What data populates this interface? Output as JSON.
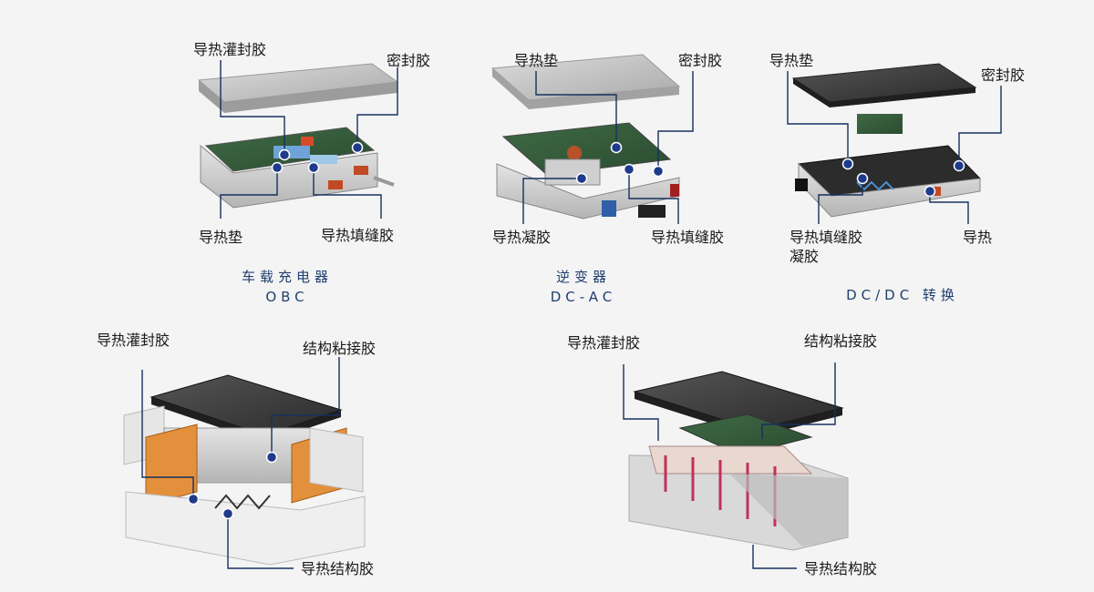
{
  "colors": {
    "leader": "#16305e",
    "dot": "#1e3a8a",
    "caption": "#1f3f6e"
  },
  "obc": {
    "caption_line1": "车载充电器",
    "caption_line2": "OBC",
    "label_potting": "导热灌封胶",
    "label_seal": "密封胶",
    "label_pad": "导热垫",
    "label_gap_filler": "导热填缝胶"
  },
  "inverter": {
    "caption_line1": "逆变器",
    "caption_line2": "DC-AC",
    "label_pad": "导热垫",
    "label_seal": "密封胶",
    "label_gel": "导热凝胶",
    "label_gap_filler": "导热填缝胶"
  },
  "dcdc": {
    "caption": "DC/DC 转换",
    "label_pad": "导热垫",
    "label_seal": "密封胶",
    "label_gap_filler_line1": "导热填缝胶",
    "label_gap_filler_line2": "凝胶",
    "label_thermal": "导热"
  },
  "battery_left": {
    "label_potting": "导热灌封胶",
    "label_structural": "结构粘接胶",
    "label_thermal_structural": "导热结构胶"
  },
  "battery_right": {
    "label_potting": "导热灌封胶",
    "label_structural": "结构粘接胶",
    "label_thermal_structural": "导热结构胶"
  }
}
